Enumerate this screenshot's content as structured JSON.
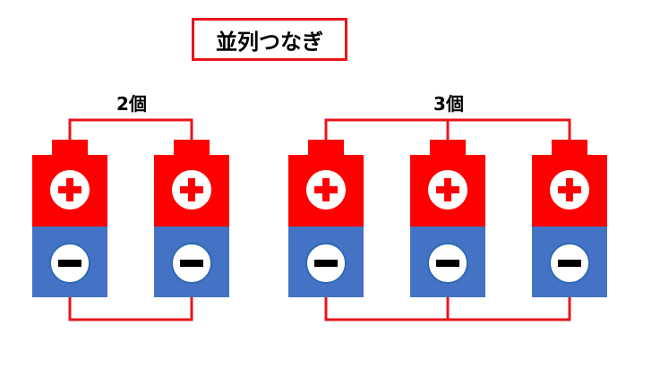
{
  "title": "並列つなぎ",
  "groups": [
    {
      "label": "2個",
      "battery_count": 2
    },
    {
      "label": "3個",
      "battery_count": 3
    }
  ],
  "battery": {
    "positive_symbol": "+",
    "negative_symbol": "−",
    "positive_color": "#ff0000",
    "negative_color": "#4472c4",
    "terminal_color": "#ff0000"
  },
  "wire_color": "#e8141c"
}
